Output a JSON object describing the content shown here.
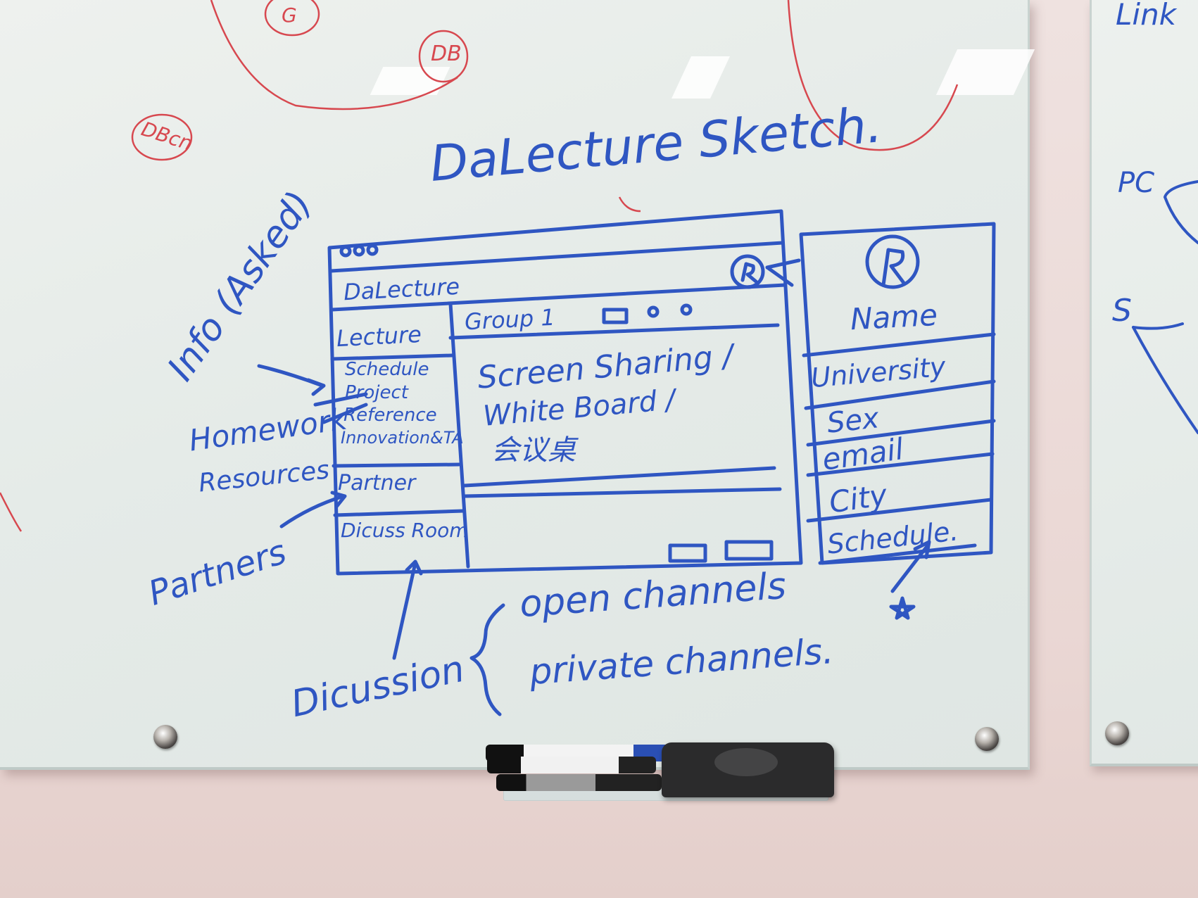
{
  "sketch": {
    "title": "DaLecture Sketch.",
    "red_doodles": [
      "G",
      "DB",
      "DBcn"
    ],
    "app_window": {
      "app_name": "DaLecture",
      "sidebar": {
        "heading": "Lecture",
        "items": [
          "Schedule",
          "Project",
          "Reference",
          "Innovation&TA"
        ],
        "partner": "Partner",
        "discuss": "Dicuss Room"
      },
      "main": {
        "group_title": "Group 1",
        "content_lines": [
          "Screen Sharing /",
          "White Board /",
          "会议桌"
        ]
      }
    },
    "profile_panel": {
      "name": "Name",
      "fields": [
        "University",
        "Sex",
        "email",
        "City",
        "Schedule."
      ]
    },
    "annotations": {
      "info": "Info (Asked)",
      "homework": "Homework",
      "resources": "Resources",
      "partners": "Partners",
      "discussion": "Dicussion",
      "open_channels": "open channels",
      "private_channels": "private channels."
    },
    "next_board": {
      "link": "Link",
      "pc": "PC",
      "s": "S"
    }
  },
  "colors": {
    "ink_blue": "#2f56c2",
    "ink_red": "#d7484f"
  }
}
